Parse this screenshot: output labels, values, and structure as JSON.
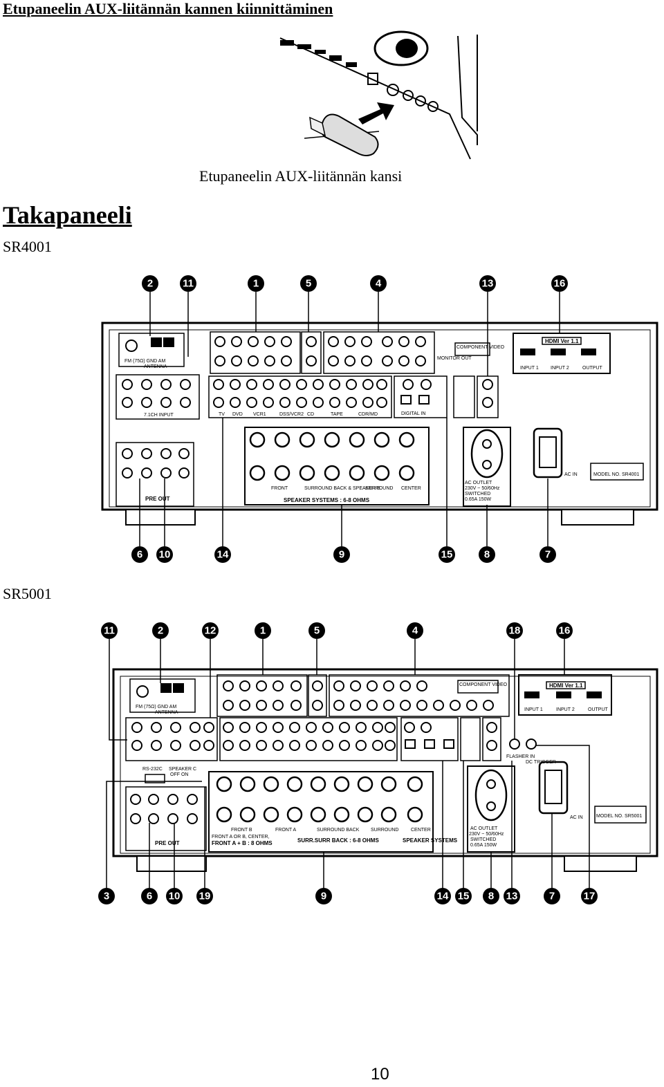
{
  "page": {
    "heading": "Etupaneelin AUX-liitännän kannen kiinnittäminen",
    "cover_caption": "Etupaneelin AUX-liitännän kansi",
    "section_title": "Takapaneeli",
    "page_number": "10"
  },
  "panels": [
    {
      "model": "SR4001",
      "top_callouts": [
        "2",
        "11",
        "1",
        "5",
        "4",
        "13",
        "16"
      ],
      "bottom_callouts": [
        "6",
        "10",
        "14",
        "9",
        "15",
        "8",
        "7"
      ],
      "printed_labels": {
        "hdmi": "HDMI Ver 1.1",
        "hdmi_inputs": [
          "INPUT 1",
          "INPUT 2",
          "OUTPUT"
        ],
        "antenna": "ANTENNA",
        "antenna_terms": [
          "FM (75Ω)",
          "GND",
          "AM"
        ],
        "component": "COMPONENT VIDEO",
        "monitor": "MONITOR OUT",
        "speaker_systems": "SPEAKER SYSTEMS : 6-8 OHMS",
        "speaker_groups": [
          "FRONT",
          "SURROUND BACK & SPEAKER B",
          "SURROUND",
          "CENTER"
        ],
        "ac_outlet": [
          "AC OUTLET",
          "230V ~ 50/60Hz",
          "SWITCHED",
          "0.65A 150W"
        ],
        "ac_in": "AC IN",
        "pre_out": "PRE OUT",
        "audio_inputs": [
          "TV",
          "DVD",
          "VCR1",
          "DSS/VCR2",
          "CD",
          "TAPE",
          "CDR/MD"
        ],
        "digital_in": "DIGITAL IN",
        "input_71ch": "7.1CH INPUT",
        "model_plate": "MODEL NO. SR4001"
      }
    },
    {
      "model": "SR5001",
      "top_callouts": [
        "11",
        "2",
        "12",
        "1",
        "5",
        "4",
        "18",
        "16"
      ],
      "bottom_callouts": [
        "3",
        "6",
        "10",
        "19",
        "9",
        "14",
        "15",
        "8",
        "13",
        "7",
        "17"
      ],
      "printed_labels": {
        "hdmi": "HDMI Ver 1.1",
        "hdmi_inputs": [
          "INPUT 1",
          "INPUT 2",
          "OUTPUT"
        ],
        "antenna": "ANTENNA",
        "antenna_terms": [
          "FM (75Ω)",
          "GND",
          "AM"
        ],
        "component": "COMPONENT VIDEO",
        "speaker_groups": [
          "FRONT B",
          "FRONT A",
          "SURROUND BACK",
          "SURROUND",
          "CENTER"
        ],
        "speaker_notes": [
          "FRONT A OR B, CENTER,",
          "FRONT A + B : 8 OHMS",
          "SURR.SURR BACK : 6-8 OHMS",
          "SPEAKER SYSTEMS"
        ],
        "ac_outlet": [
          "AC OUTLET",
          "230V ~ 50/60Hz",
          "SWITCHED",
          "0.65A 150W"
        ],
        "ac_in": "AC IN",
        "pre_out": "PRE OUT",
        "rs232c": "RS-232C",
        "speaker_c": "SPEAKER C",
        "off_on": "OFF ON",
        "flasher_in": "FLASHER IN",
        "dc_trigger": "DC TRIGGER",
        "model_plate": "MODEL NO. SR5001"
      }
    }
  ]
}
